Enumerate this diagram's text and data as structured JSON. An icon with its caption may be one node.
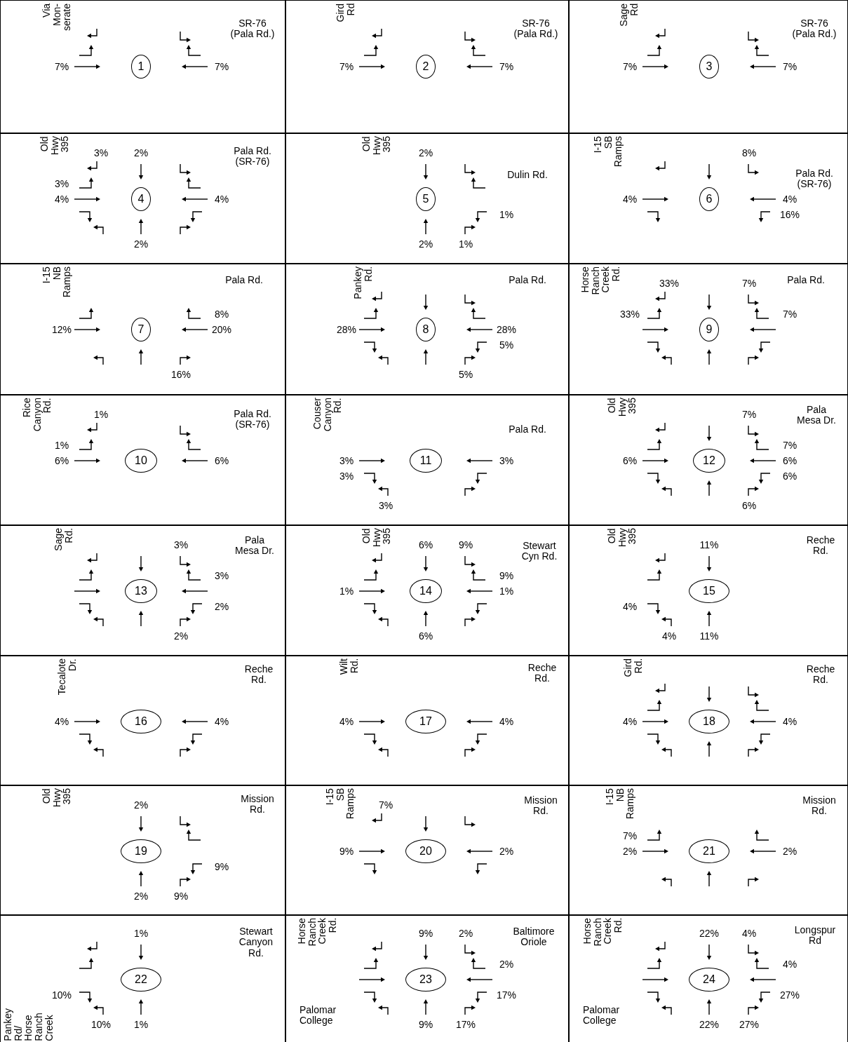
{
  "diagram": {
    "nodes": [
      {
        "text": [
          "Via Mon- serate",
          "SR-76 (Pala Rd.)"
        ]
      },
      {
        "text": [
          "1"
        ],
        "in": 0
      },
      {
        "text": [
          "Gird Rd",
          "SR-76 (Pala Rd.)"
        ]
      },
      {
        "text": [
          "2"
        ],
        "in": 2
      },
      {
        "text": [
          "Sage Rd",
          "SR-76 (Pala Rd.)"
        ]
      },
      {
        "text": [
          "3"
        ],
        "in": 4
      },
      {
        "text": [
          "Old Hwy 395",
          "Pala Rd. (SR-76)"
        ]
      },
      {
        "text": [
          "4"
        ],
        "in": 6
      },
      {
        "text": [
          "Old Hwy 395",
          "Dulin Rd."
        ]
      },
      {
        "text": [
          "5"
        ],
        "in": 8
      },
      {
        "text": [
          "I-15 SB Ramps",
          "Pala Rd. (SR-76)"
        ]
      },
      {
        "text": [
          "6"
        ],
        "in": 10
      },
      {
        "text": [
          "I-15 NB Ramps",
          "Pala Rd."
        ]
      },
      {
        "text": [
          "7"
        ],
        "in": 12
      },
      {
        "text": [
          "Pankey Rd.",
          "Pala Rd."
        ]
      },
      {
        "text": [
          "8"
        ],
        "in": 14
      },
      {
        "text": [
          "Horse Ranch Creek Rd.",
          "Pala Rd."
        ]
      },
      {
        "text": [
          "9"
        ],
        "in": 16
      },
      {
        "text": [
          "Rice Canyon Rd.",
          "Pala Rd. (SR-76)"
        ]
      },
      {
        "text": [
          "10"
        ],
        "in": 18
      },
      {
        "text": [
          "Couser Canyon Rd.",
          "Pala Rd."
        ]
      },
      {
        "text": [
          "11"
        ],
        "in": 20
      },
      {
        "text": [
          "Old Hwy 395",
          "Pala Mesa Dr."
        ]
      },
      {
        "text": [
          "12"
        ],
        "in": 22
      },
      {
        "text": [
          "Sage Rd.",
          "Pala Mesa Dr."
        ]
      },
      {
        "text": [
          "13"
        ],
        "in": 24
      },
      {
        "text": [
          "Old Hwy 395",
          "Stewart Cyn Rd."
        ]
      },
      {
        "text": [
          "14"
        ],
        "in": 26
      },
      {
        "text": [
          "Old Hwy 395",
          "Reche Rd."
        ]
      },
      {
        "text": [
          "15"
        ],
        "in": 28
      },
      {
        "text": [
          "Tecalote Dr.",
          "Reche Rd."
        ]
      },
      {
        "text": [
          "16"
        ],
        "in": 30
      },
      {
        "text": [
          "Wilt Rd.",
          "Reche Rd."
        ]
      },
      {
        "text": [
          "17"
        ],
        "in": 32
      },
      {
        "text": [
          "Gird Rd.",
          "Reche Rd."
        ]
      },
      {
        "text": [
          "18"
        ],
        "in": 34
      },
      {
        "text": [
          "Old Hwy 395",
          "Mission Rd."
        ]
      },
      {
        "text": [
          "19"
        ],
        "in": 36
      },
      {
        "text": [
          "I-15 SB Ramps",
          "Mission Rd."
        ]
      },
      {
        "text": [
          "20"
        ],
        "in": 38
      },
      {
        "text": [
          "I-15 NB Ramps",
          "Mission Rd."
        ]
      },
      {
        "text": [
          "21"
        ],
        "in": 40
      },
      {
        "text": [
          "Stewart Canyon Rd.",
          "Pankey Rd/ Horse Ranch Creek"
        ]
      },
      {
        "text": [
          "22"
        ],
        "in": 42
      },
      {
        "text": [
          "Horse Ranch Creek Rd.",
          "Baltimore Oriole",
          "Palomar College"
        ]
      },
      {
        "text": [
          "23"
        ],
        "in": 44
      },
      {
        "text": [
          "Horse Ranch Creek Rd.",
          "Longspur Rd",
          "Palomar College"
        ]
      },
      {
        "text": [
          "24"
        ],
        "in": 46
      }
    ],
    "labels": [
      "7%",
      "7%",
      "7%",
      "7%",
      "7%",
      "7%",
      "3%",
      "2%",
      "3%",
      "4%",
      "4%",
      "2%",
      "2%",
      "1%",
      "2%",
      "1%",
      "8%",
      "4%",
      "4%",
      "16%",
      "8%",
      "12%",
      "20%",
      "16%",
      "28%",
      "28%",
      "5%",
      "5%",
      "33%",
      "7%",
      "33%",
      "7%",
      "1%",
      "1%",
      "6%",
      "6%",
      "3%",
      "3%",
      "3%",
      "3%",
      "7%",
      "7%",
      "6%",
      "6%",
      "6%",
      "6%",
      "3%",
      "3%",
      "2%",
      "2%",
      "6%",
      "9%",
      "9%",
      "1%",
      "1%",
      "6%",
      "11%",
      "4%",
      "4%",
      "11%",
      "4%",
      "4%",
      "4%",
      "4%",
      "4%",
      "4%",
      "2%",
      "9%",
      "2%",
      "9%",
      "7%",
      "9%",
      "2%",
      "7%",
      "2%",
      "2%",
      "1%",
      "10%",
      "10%",
      "1%",
      "9%",
      "2%",
      "2%",
      "17%",
      "9%",
      "17%",
      "22%",
      "4%",
      "4%",
      "27%",
      "22%",
      "27%"
    ]
  }
}
